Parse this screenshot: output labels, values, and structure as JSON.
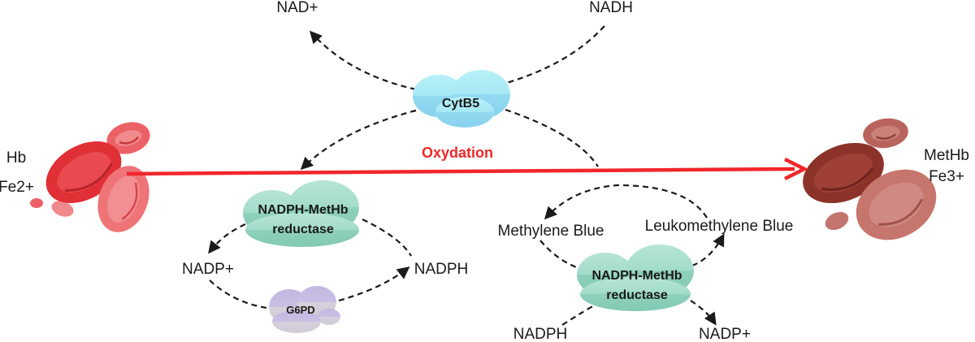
{
  "left_species": {
    "line1": "Hb",
    "line2": "Fe2+"
  },
  "right_species": {
    "line1": "MetHb",
    "line2": "Fe3+"
  },
  "reaction": {
    "label": "Oxydation"
  },
  "cytb5_pathway": {
    "enzyme": "CytB5",
    "cofactor_in": "NADH",
    "cofactor_out": "NAD+"
  },
  "nadph_pathway": {
    "enzyme_line1": "NADPH-MetHb",
    "enzyme_line2": "reductase",
    "cofactor_left": "NADP+",
    "cofactor_right": "NADPH",
    "recycling_enzyme": "G6PD"
  },
  "methylene_blue_pathway": {
    "enzyme_line1": "NADPH-MetHb",
    "enzyme_line2": "reductase",
    "dye_oxidized": "Methylene Blue",
    "dye_reduced": "Leukomethylene Blue",
    "cofactor_in": "NADPH",
    "cofactor_out": "NADP+"
  },
  "colors": {
    "oxidation_arrow": "#f2262b",
    "oxyhemoglobin_cells": "#e83a3e",
    "methemoglobin_cells": "#a5463c",
    "cytb5_cloud": "#9fe3f2",
    "reductase_cloud": "#8fd3bf",
    "g6pd_cloud": "#c9c2dc"
  }
}
